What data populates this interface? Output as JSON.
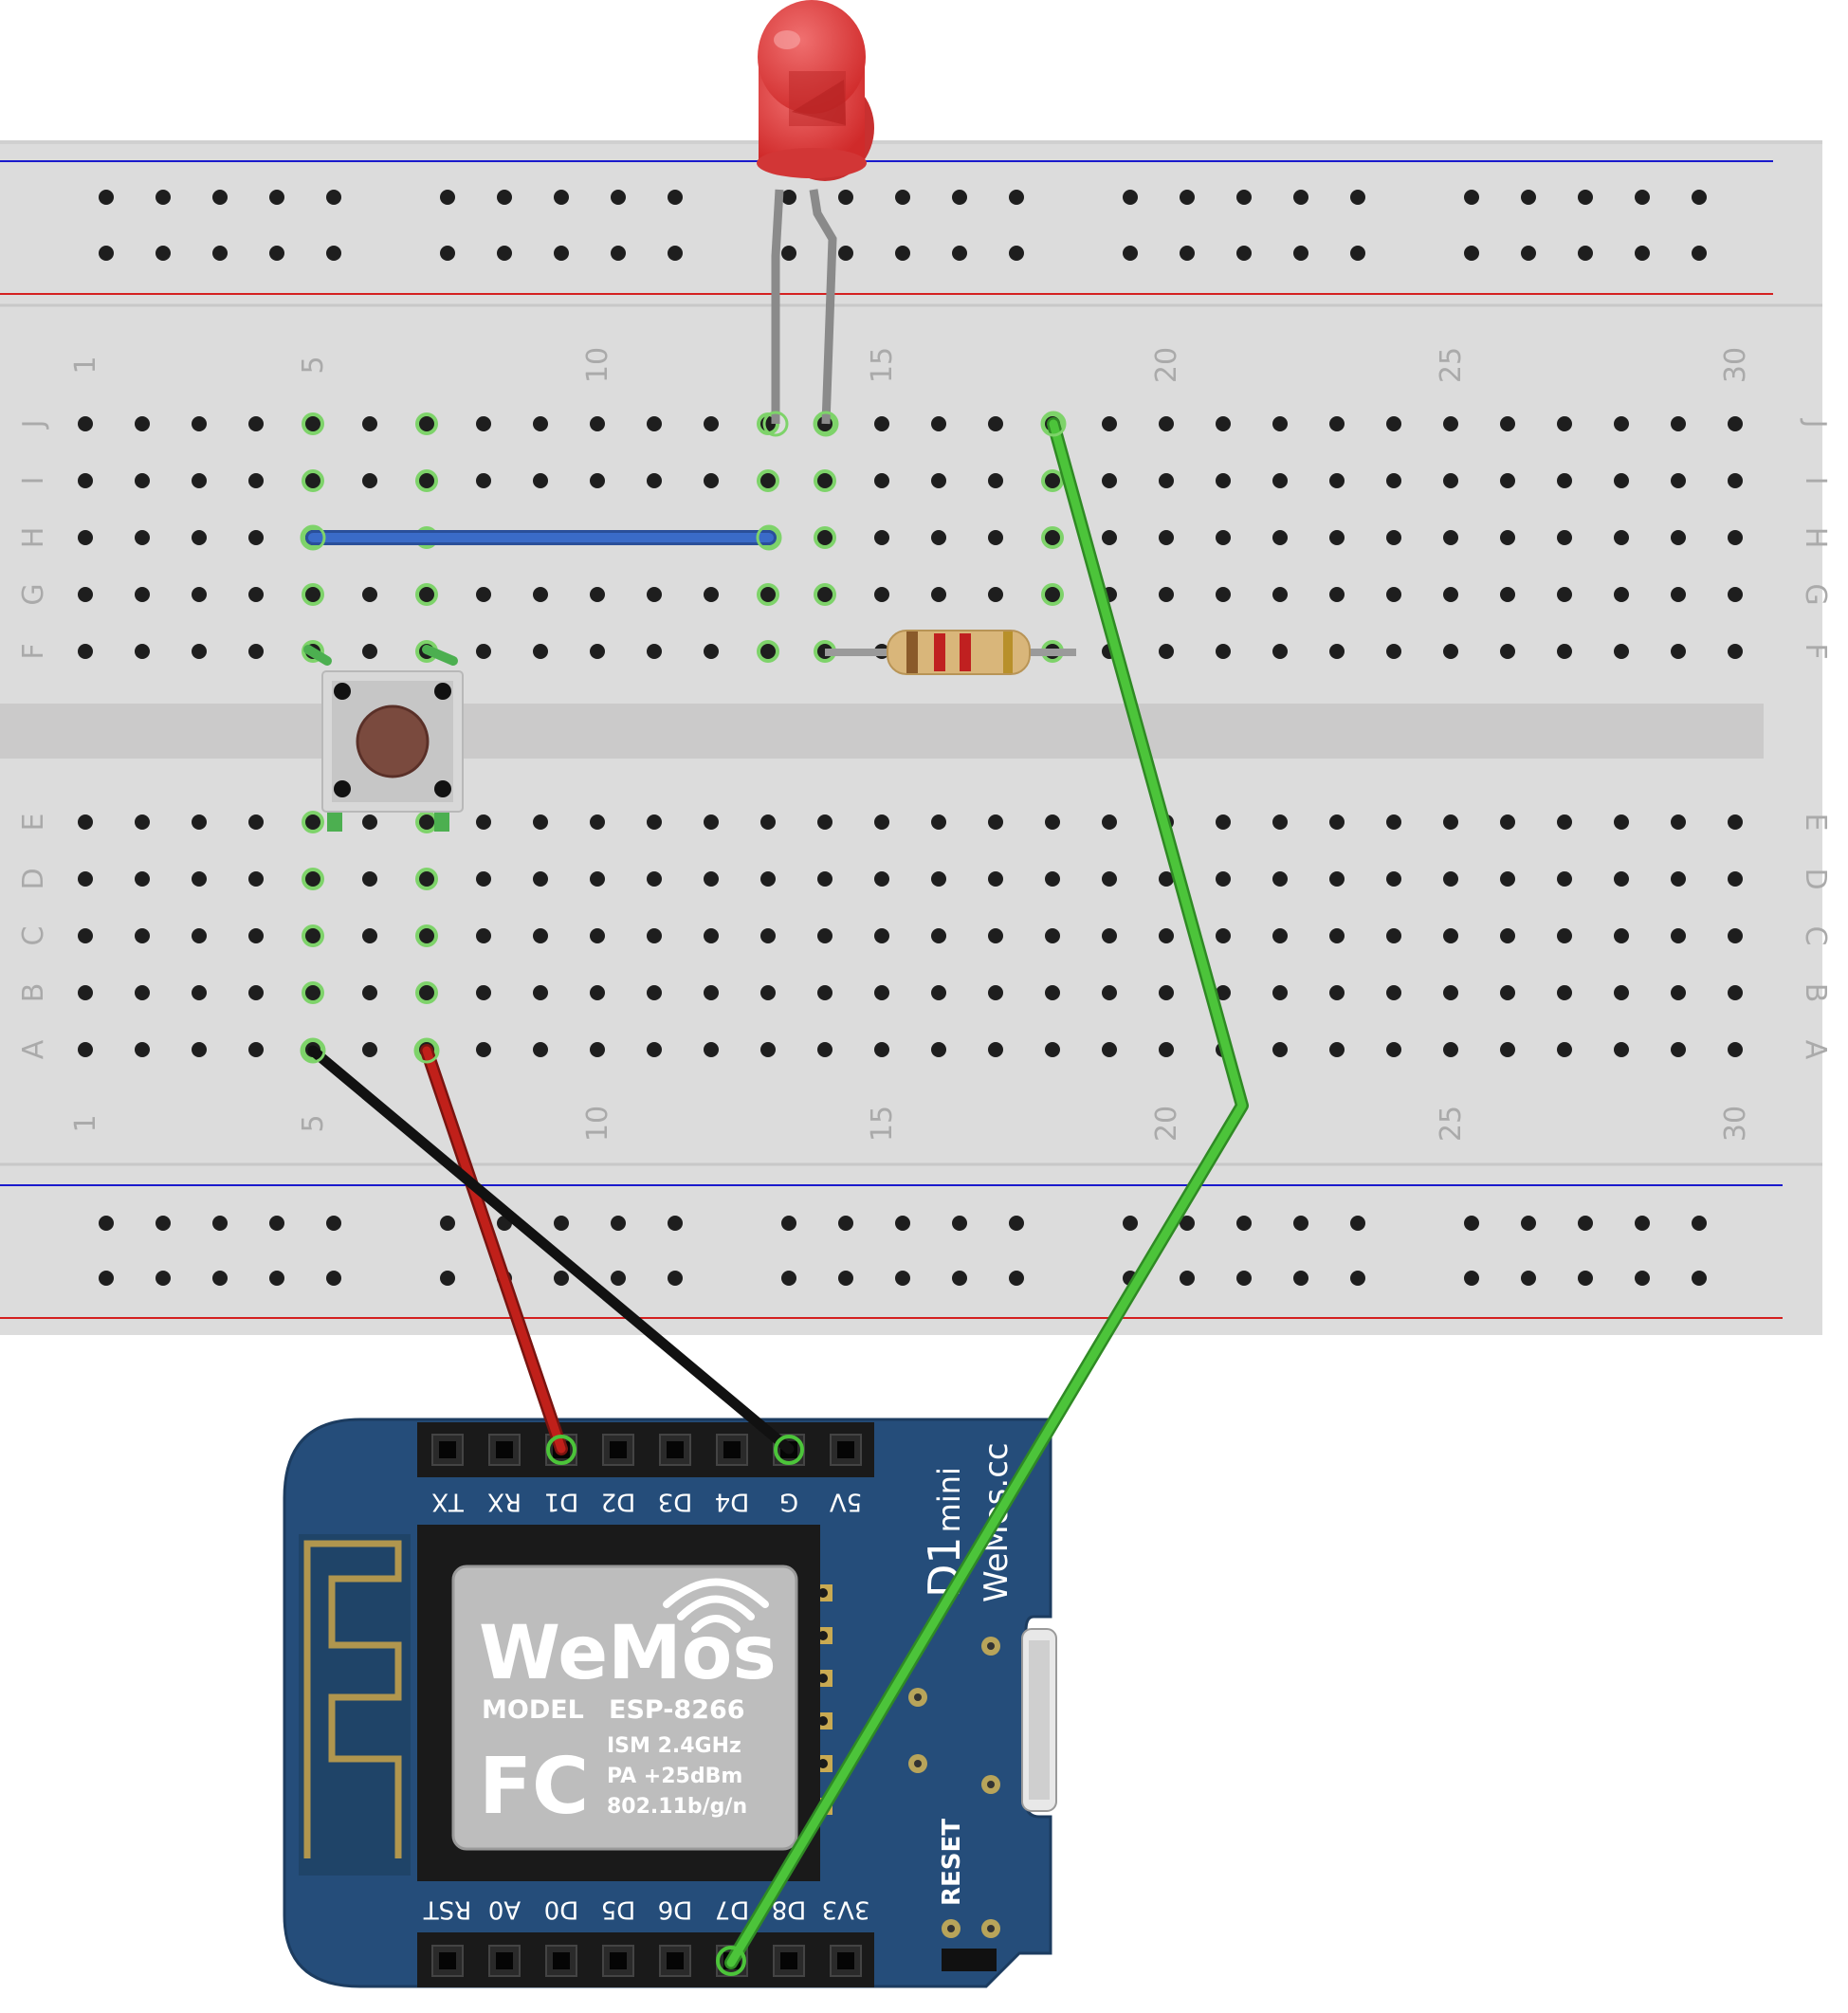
{
  "breadboard": {
    "column_numbers": [
      "1",
      "5",
      "10",
      "15",
      "20",
      "25",
      "30"
    ],
    "row_letters_top": [
      "J",
      "I",
      "H",
      "G",
      "F"
    ],
    "row_letters_bottom": [
      "E",
      "D",
      "C",
      "B",
      "A"
    ]
  },
  "board": {
    "top_pin_labels": [
      "TX",
      "RX",
      "D1",
      "D2",
      "D3",
      "D4",
      "G",
      "5V"
    ],
    "bottom_pin_labels": [
      "RST",
      "A0",
      "D0",
      "D5",
      "D6",
      "D7",
      "D8",
      "3V3"
    ],
    "title_big": "D1",
    "title_small": "mini",
    "brand_url": "WeMos.cc",
    "reset_label": "RESET"
  },
  "module": {
    "logo_text": "WeMos",
    "model_label": "MODEL",
    "model_value": "ESP-8266",
    "fcc_mark": "FC",
    "spec_lines": [
      "ISM 2.4GHz",
      "PA +25dBm",
      "802.11b/g/n"
    ]
  },
  "colors": {
    "breadboard": "#dcdcdc",
    "rail_blue": "#1a1acc",
    "rail_red": "#d42020",
    "pcb": "#254d7a",
    "wire_green": "#4cc43a",
    "wire_blue": "#3a6bc8",
    "wire_red": "#c0201a",
    "wire_black": "#111111",
    "led": "#e23a3a"
  }
}
